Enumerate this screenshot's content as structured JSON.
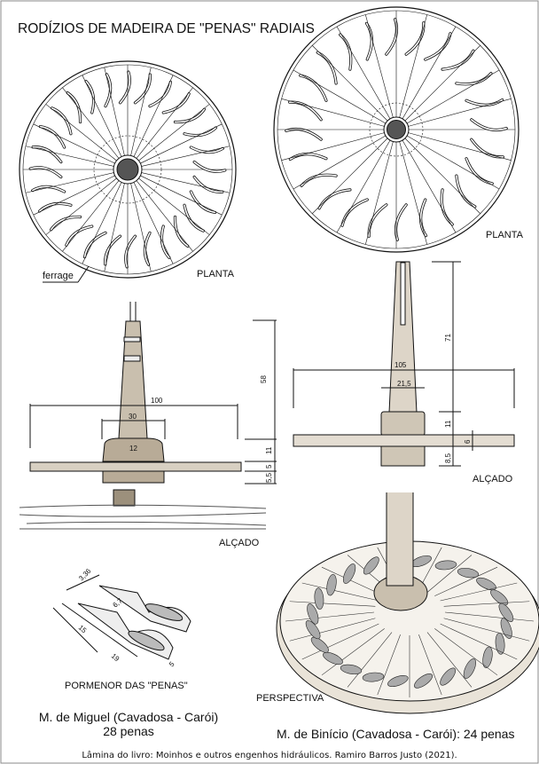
{
  "title": "RODÍZIOS DE MADEIRA DE \"PENAS\" RADIAIS",
  "left": {
    "plan_label": "PLANTA",
    "ferrage_label": "ferrage",
    "elevation_label": "ALÇADO",
    "dims": {
      "d100": "100",
      "d30": "30",
      "d12": "12",
      "d58": "58",
      "d11": "11",
      "d5": "5",
      "d55": "5,5"
    },
    "detail_label": "PORMENOR DAS \"PENAS\"",
    "detail_dims": {
      "a": "3,36",
      "b": "6,7",
      "c": "15",
      "d": "19",
      "e": "5"
    },
    "caption_line1": "M. de Miguel (Cavadosa - Carói)",
    "caption_line2": "28 penas",
    "paddles": 28
  },
  "right": {
    "plan_label": "PLANTA",
    "elevation_label": "ALÇADO",
    "dims": {
      "d105": "105",
      "d215": "21,5",
      "d71": "71",
      "d11": "11",
      "d6": "6",
      "d85": "8,5"
    },
    "perspective_label": "PERSPECTIVA",
    "caption": "M. de Binício (Cavadosa - Carói): 24 penas",
    "paddles": 24
  },
  "credit": "Lâmina do livro: Moinhos e outros engenhos hidráulicos. Ramiro Barros Justo (2021)."
}
